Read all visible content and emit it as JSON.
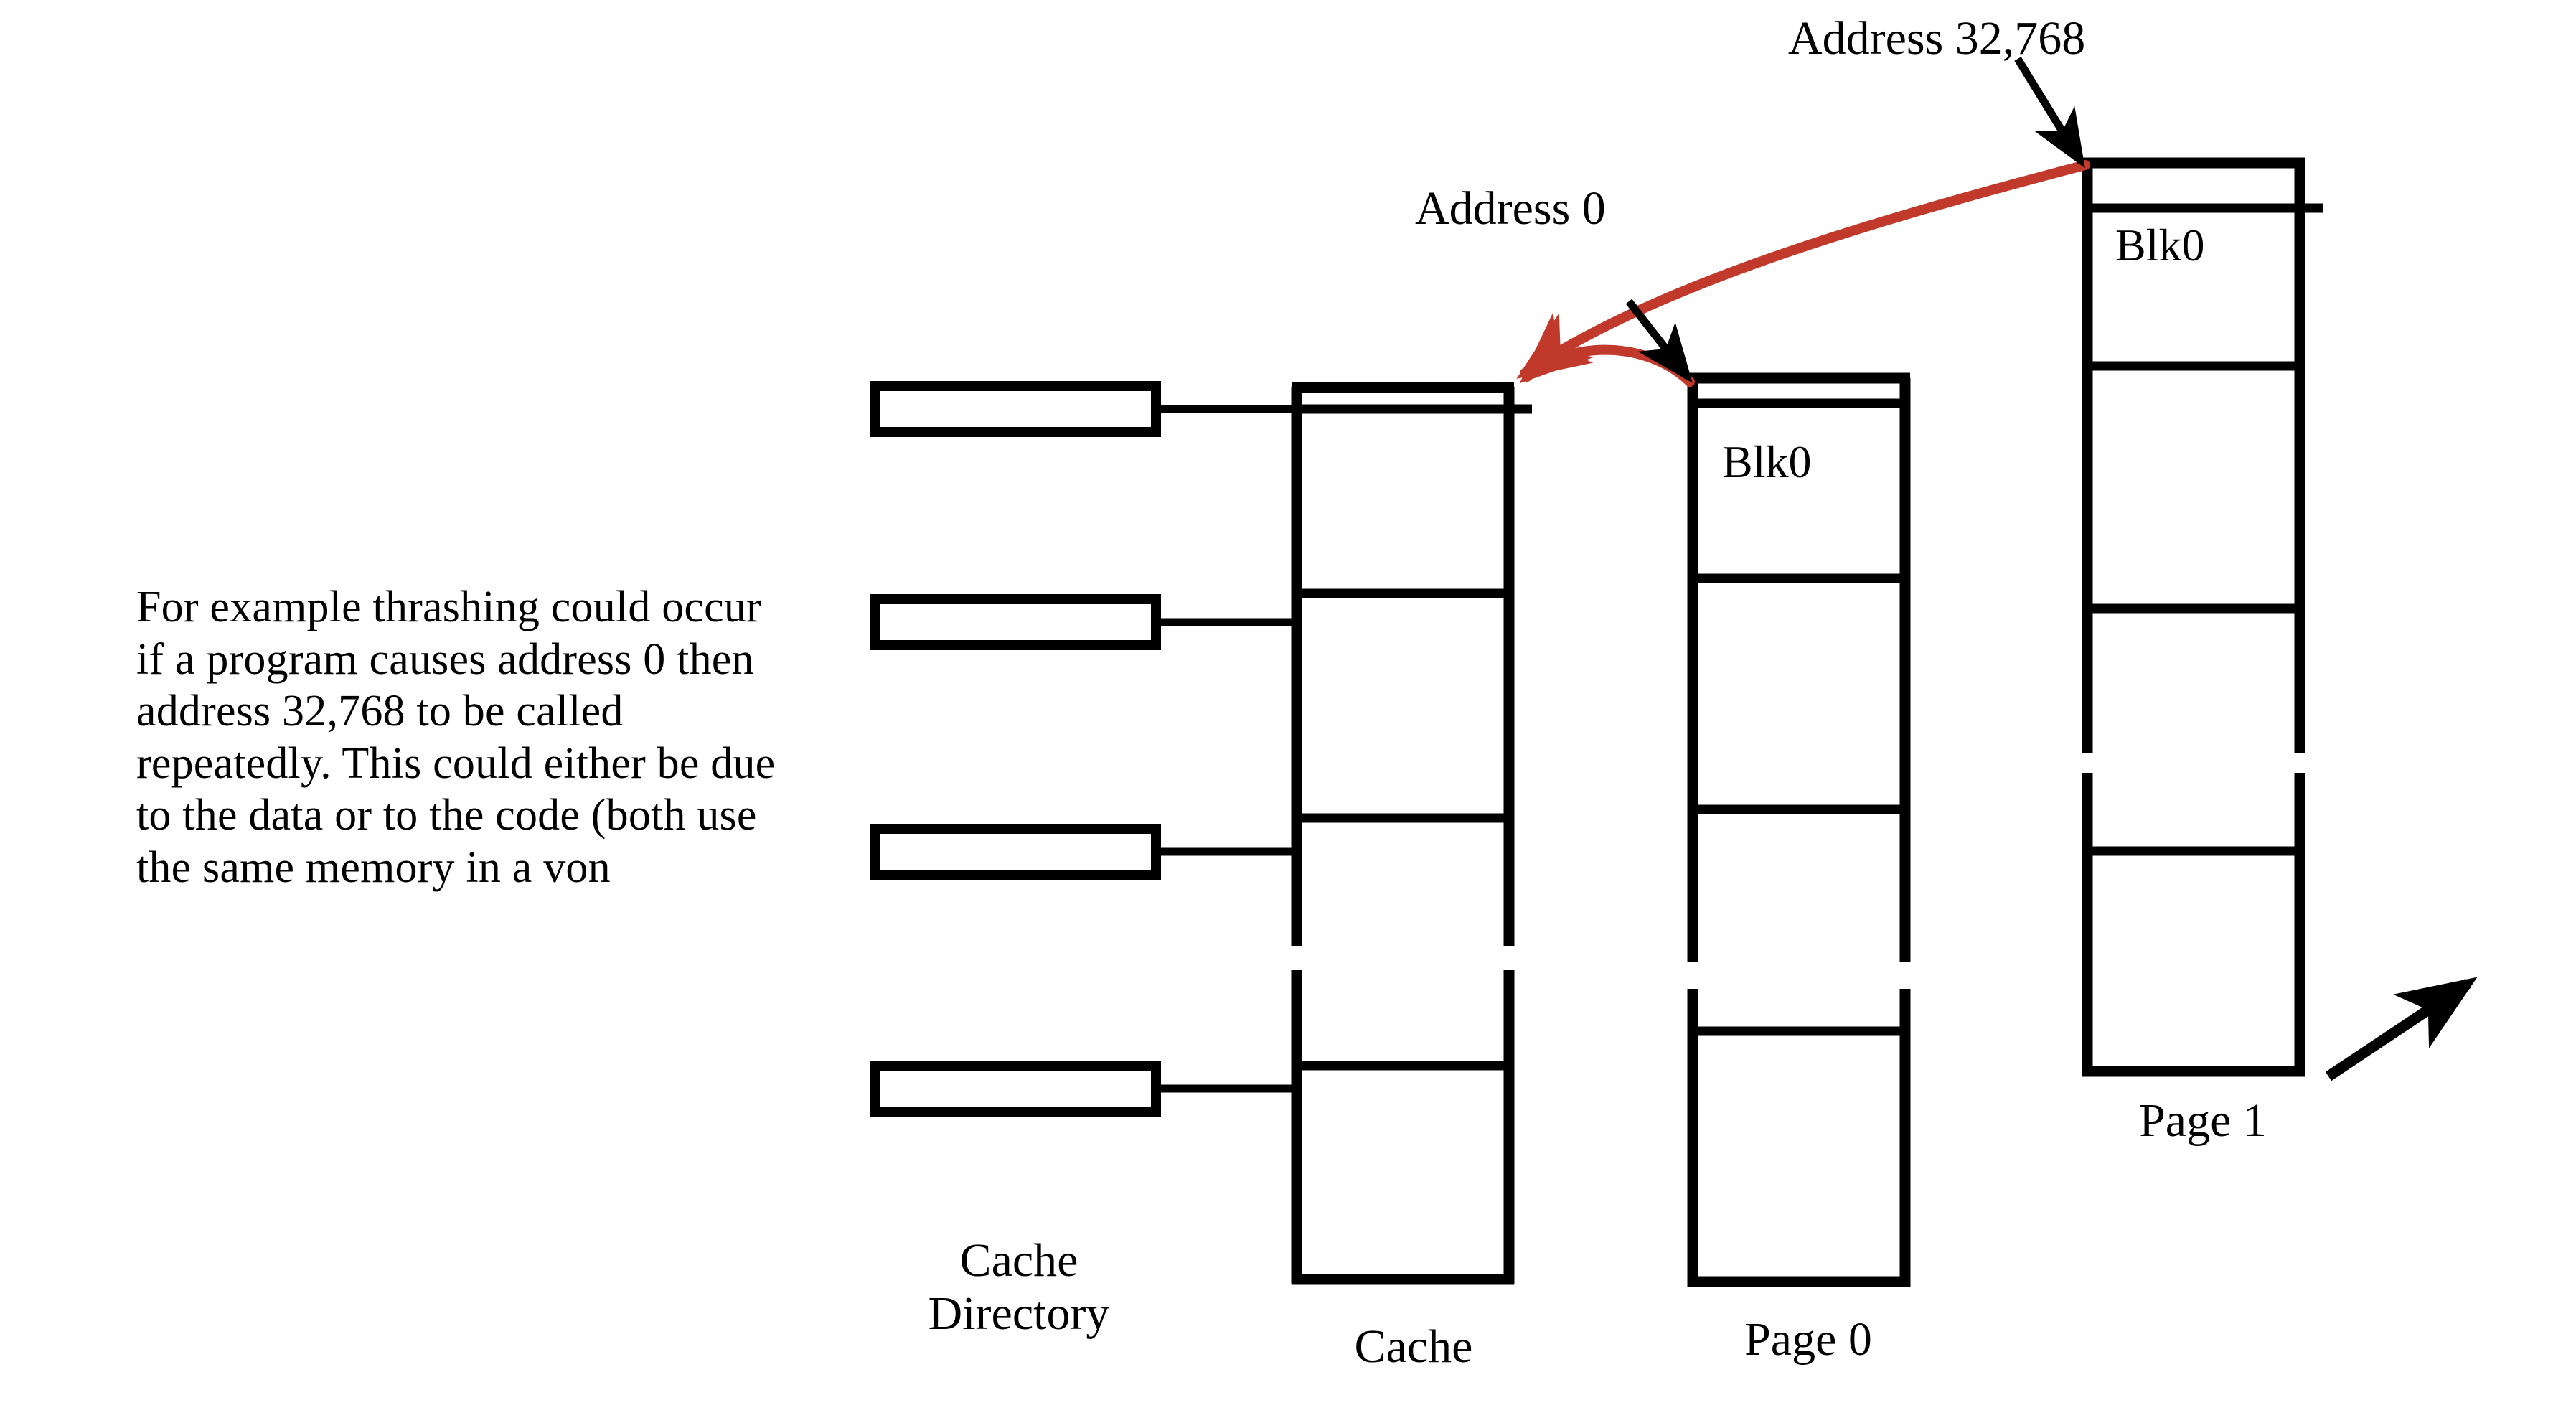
{
  "slide": {
    "background_color": "#FFFFFF",
    "stroke_color": "#000000",
    "accent_color": "#C0392B"
  },
  "body_text": "For example thrashing could occur if a program causes address 0 then address 32,768 to be called repeatedly. This could either be due to the data or to the code (both use the same memory in a von",
  "diagram": {
    "labels": {
      "cache_directory": "Cache\nDirectory",
      "cache": "Cache",
      "page0": "Page 0",
      "page1": "Page 1"
    },
    "callouts": {
      "address_0": "Address 0",
      "address_32768": "Address 32,768"
    },
    "blocks": {
      "page0_blk0": "Blk0",
      "page1_blk0": "Blk0"
    },
    "cache_directory_entries": 4,
    "cache_slots": 4,
    "page0_slots": 4,
    "page1_slots": 4
  }
}
